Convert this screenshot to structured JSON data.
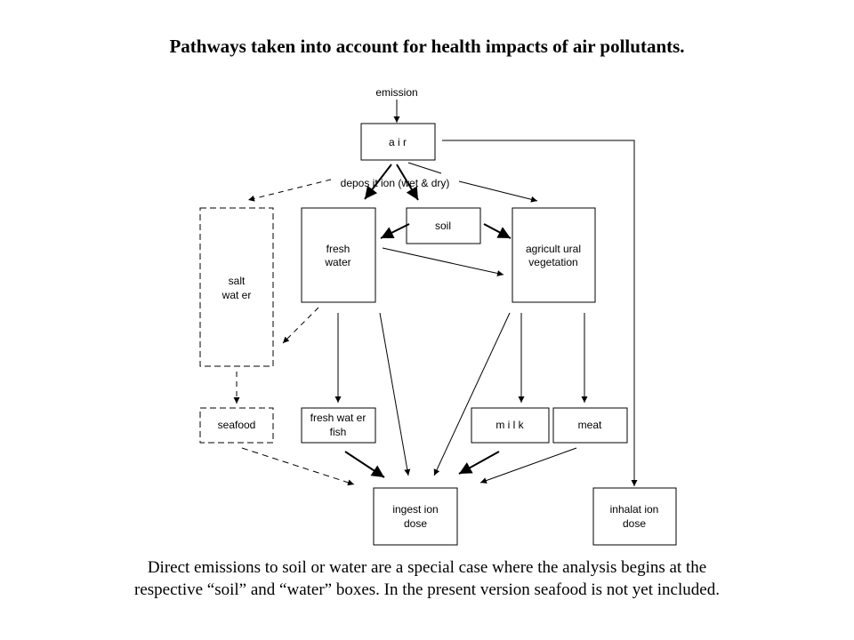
{
  "title": "Pathways taken into account for health impacts of air pollutants.",
  "labels": {
    "emission": "emission",
    "air": "a i r",
    "deposition": "depos it ion (wet  & dry)",
    "soil": "soil",
    "fresh_water": [
      "fresh",
      "water"
    ],
    "agri": [
      "agricult ural",
      "vegetation"
    ],
    "salt_water": [
      "salt",
      "wat er"
    ],
    "seafood": "seafood",
    "fw_fish": [
      "fresh wat er",
      "fish"
    ],
    "milk": "m i l k",
    "meat": "meat",
    "ingestion": [
      "ingest ion",
      "dose"
    ],
    "inhalation": [
      "inhalat ion",
      "dose"
    ]
  },
  "caption": [
    "Direct emissions to soil or water are a special case where the analysis begins at the",
    "respective “soil” and “water” boxes. In the present version seafood is not yet included."
  ]
}
